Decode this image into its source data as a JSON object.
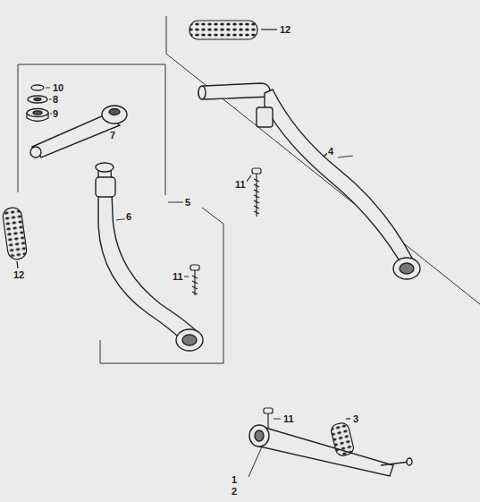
{
  "diagram": {
    "labels": [
      "12",
      "10",
      "8",
      "9",
      "7",
      "4",
      "5",
      "11",
      "6",
      "11",
      "12",
      "11",
      "3",
      "1",
      "2"
    ]
  }
}
